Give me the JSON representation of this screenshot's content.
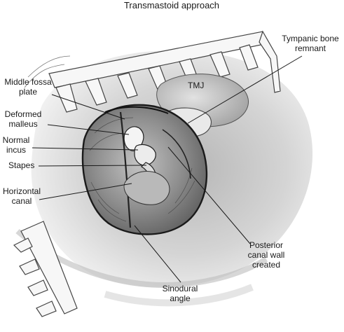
{
  "title": "Transmastoid approach",
  "labels": {
    "middle_fossa_plate": [
      "Middle fossa",
      "plate"
    ],
    "deformed_malleus": [
      "Deformed",
      "malleus"
    ],
    "normal_incus": [
      "Normal",
      "incus"
    ],
    "stapes": [
      "Stapes"
    ],
    "horizontal_canal": [
      "Horizontal",
      "canal"
    ],
    "tympanic_bone_remnant": [
      "Tympanic bone",
      "remnant"
    ],
    "tmj": [
      "TMJ"
    ],
    "posterior_canal_wall_created": [
      "Posterior",
      "canal wall",
      "created"
    ],
    "sinodural_angle": [
      "Sinodural",
      "angle"
    ]
  },
  "colors": {
    "ink": "#1a1a1a",
    "tissue": "#cfcfcf",
    "cavity": "#8a8a8a",
    "bone": "#e6e6e6"
  }
}
